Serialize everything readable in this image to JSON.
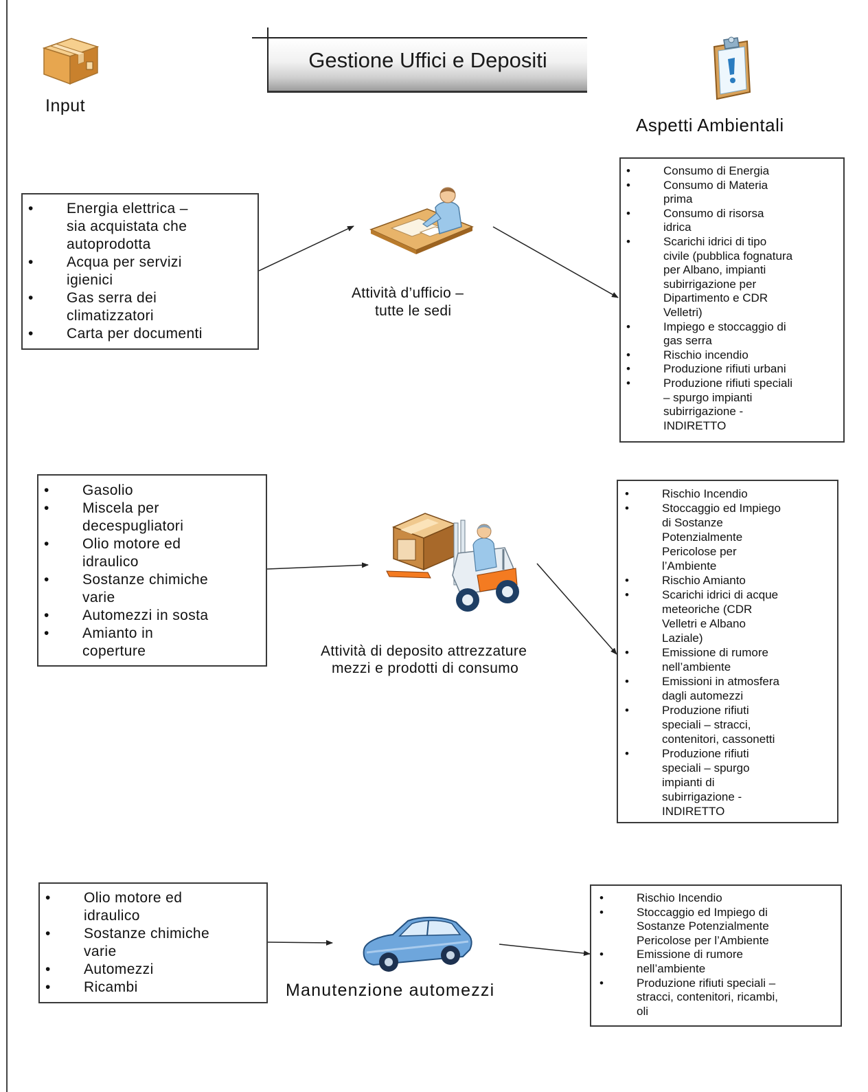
{
  "title": "Gestione Uffici e Depositi",
  "labels": {
    "input": "Input",
    "aspetti": "Aspetti Ambientali"
  },
  "processes": [
    {
      "label_lines": [
        "Attività d’ufficio –",
        "tutte le sedi"
      ],
      "inputs": [
        [
          "Energia elettrica –",
          "sia acquistata che",
          "autoprodotta"
        ],
        [
          "Acqua per servizi",
          "igienici"
        ],
        [
          "Gas serra dei",
          "climatizzatori"
        ],
        [
          "Carta per documenti"
        ]
      ],
      "aspects": [
        [
          "Consumo di Energia"
        ],
        [
          "Consumo di Materia",
          "prima"
        ],
        [
          "Consumo di risorsa",
          "idrica"
        ],
        [
          "Scarichi idrici di tipo",
          "civile (pubblica fognatura",
          "per Albano, impianti",
          "subirrigazione per",
          "Dipartimento e CDR",
          "Velletri)"
        ],
        [
          "Impiego e stoccaggio di",
          "gas serra"
        ],
        [
          "Rischio incendio"
        ],
        [
          "Produzione rifiuti urbani"
        ],
        [
          "Produzione rifiuti speciali",
          "– spurgo impianti",
          "subirrigazione -",
          "INDIRETTO"
        ]
      ]
    },
    {
      "label_lines": [
        "Attività di deposito attrezzature",
        "mezzi e prodotti di consumo"
      ],
      "inputs": [
        [
          "Gasolio"
        ],
        [
          "Miscela per",
          "decespugliatori"
        ],
        [
          "Olio motore ed",
          "idraulico"
        ],
        [
          "Sostanze chimiche",
          "varie"
        ],
        [
          "Automezzi in sosta"
        ],
        [
          "Amianto in",
          "coperture"
        ]
      ],
      "aspects": [
        [
          "Rischio Incendio"
        ],
        [
          "Stoccaggio ed Impiego",
          "di Sostanze",
          "Potenzialmente",
          "Pericolose per",
          "l’Ambiente"
        ],
        [
          "Rischio Amianto"
        ],
        [
          "Scarichi idrici di acque",
          "meteoriche (CDR",
          "Velletri e Albano",
          "Laziale)"
        ],
        [
          "Emissione di rumore",
          "nell’ambiente"
        ],
        [
          "Emissioni in atmosfera",
          "dagli automezzi"
        ],
        [
          "Produzione rifiuti",
          "speciali – stracci,",
          "contenitori, cassonetti"
        ],
        [
          "Produzione rifiuti",
          "speciali – spurgo",
          "impianti di",
          "subirrigazione -",
          "INDIRETTO"
        ]
      ]
    },
    {
      "label_lines": [
        "Manutenzione automezzi"
      ],
      "inputs": [
        [
          "Olio motore ed",
          "idraulico"
        ],
        [
          "Sostanze chimiche",
          "varie"
        ],
        [
          "Automezzi"
        ],
        [
          "Ricambi"
        ]
      ],
      "aspects": [
        [
          "Rischio Incendio"
        ],
        [
          "Stoccaggio ed Impiego di",
          "Sostanze Potenzialmente",
          "Pericolose per l’Ambiente"
        ],
        [
          "Emissione di rumore",
          "nell’ambiente"
        ],
        [
          "Produzione rifiuti speciali –",
          "stracci, contenitori, ricambi,",
          "oli"
        ]
      ]
    }
  ],
  "icons": {
    "input": "package-icon",
    "aspetti": "clipboard-icon",
    "process_1": "office-worker-icon",
    "process_2": "forklift-icon",
    "process_3": "car-icon"
  }
}
